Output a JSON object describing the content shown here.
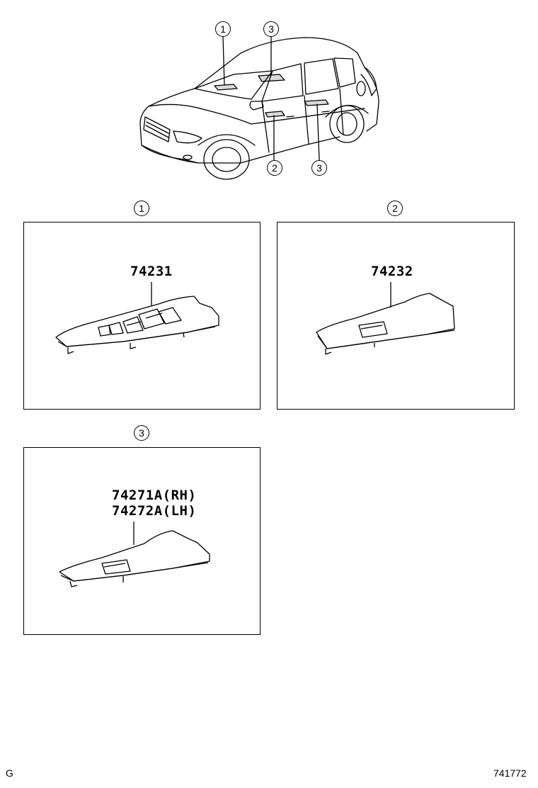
{
  "overview": {
    "callouts": [
      {
        "id": "1"
      },
      {
        "id": "3"
      },
      {
        "id": "2"
      },
      {
        "id": "3"
      }
    ]
  },
  "panels": [
    {
      "callout": "1",
      "part_numbers": [
        "74231"
      ]
    },
    {
      "callout": "2",
      "part_numbers": [
        "74232"
      ]
    },
    {
      "callout": "3",
      "part_numbers": [
        "74271A(RH)",
        "74272A(LH)"
      ]
    }
  ],
  "footer": {
    "left": "G",
    "right": "741772"
  }
}
